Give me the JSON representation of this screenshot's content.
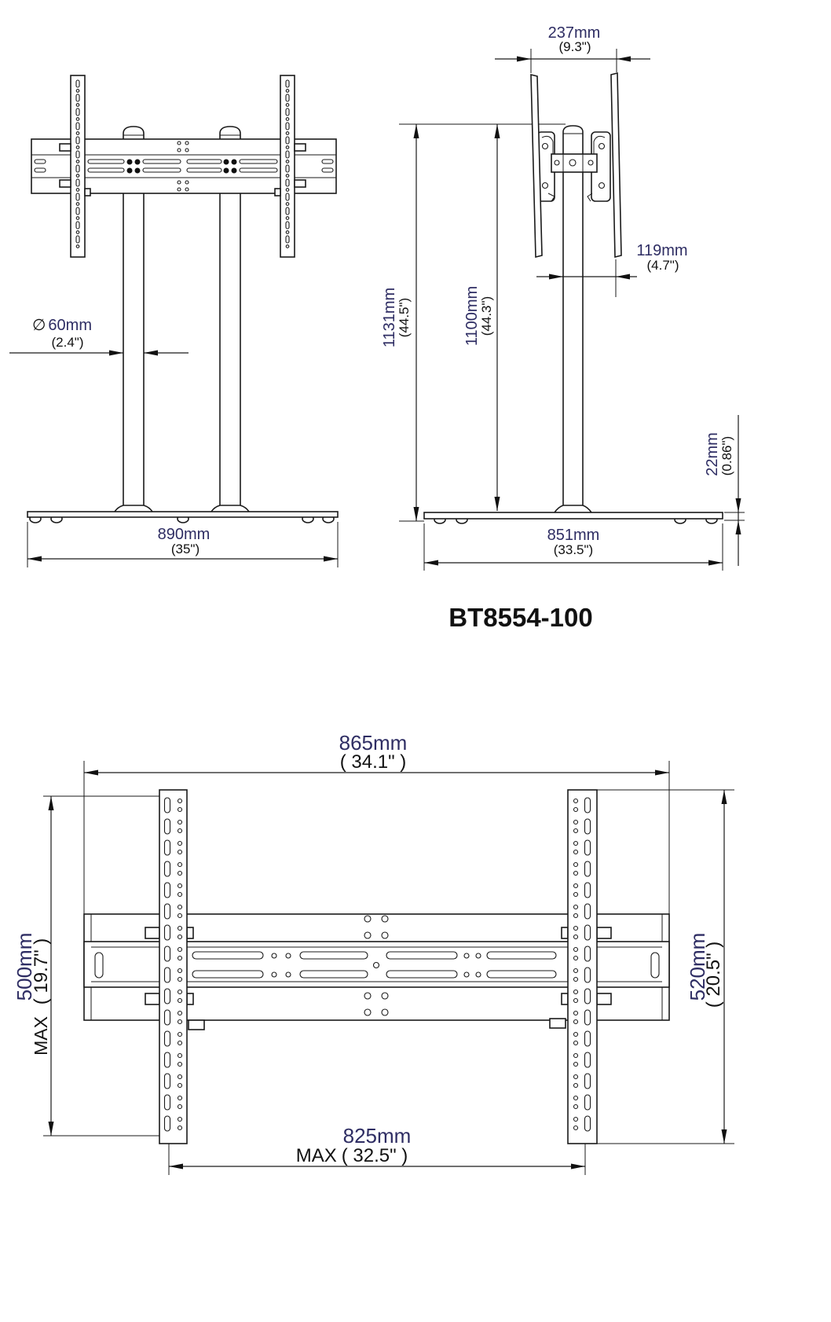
{
  "model": "BT8554-100",
  "front_view": {
    "pole_diameter": {
      "symbol": "∅",
      "mm": "60mm",
      "inch": "(2.4\")"
    },
    "base_width": {
      "mm": "890mm",
      "inch": "(35\")"
    }
  },
  "side_view": {
    "plate_depth": {
      "mm": "237mm",
      "inch": "(9.3\")"
    },
    "plate_offset": {
      "mm": "119mm",
      "inch": "(4.7\")"
    },
    "overall_height": {
      "mm": "1131mm",
      "inch": "(44.5\")"
    },
    "center_height": {
      "mm": "1100mm",
      "inch": "(44.3\")"
    },
    "base_thickness": {
      "mm": "22mm",
      "inch": "(0.86\")"
    },
    "base_depth": {
      "mm": "851mm",
      "inch": "(33.5\")"
    }
  },
  "mount_view": {
    "rail_width": {
      "mm": "865mm",
      "inch": "( 34.1\" )"
    },
    "vertical_pattern": {
      "prefix": "MAX",
      "mm": "500mm",
      "inch": "( 19.7\" )"
    },
    "bracket_length": {
      "mm": "520mm",
      "inch": "( 20.5\" )"
    },
    "horizontal_pattern": {
      "prefix": "MAX",
      "mm": "825mm",
      "inch": "( 32.5\" )"
    }
  },
  "colors": {
    "dimension_value": "#2e2d63",
    "line": "#1a1a1a"
  }
}
